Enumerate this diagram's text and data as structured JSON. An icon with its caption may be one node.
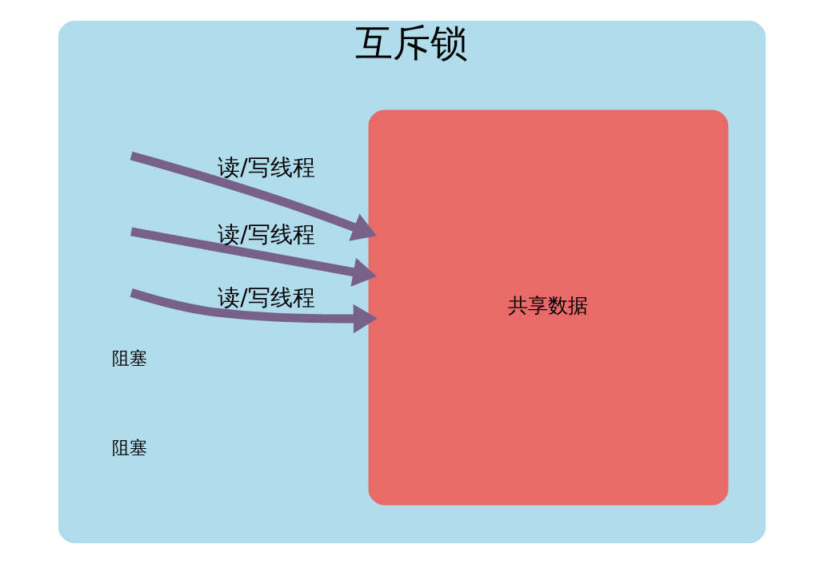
{
  "diagram": {
    "nodes": [
      {
        "text": [
          "互斥锁"
        ]
      },
      {
        "text": [
          "共享数据"
        ],
        "in": 0
      }
    ],
    "edges": [
      {
        "from": null,
        "to": 1,
        "arrow": "to",
        "label": "读/写线程"
      },
      {
        "from": null,
        "to": 1,
        "arrow": "to",
        "label": "读/写线程"
      },
      {
        "from": null,
        "to": 1,
        "arrow": "to",
        "label": "读/写线程"
      }
    ],
    "labels": [
      "阻塞",
      "阻塞"
    ]
  }
}
